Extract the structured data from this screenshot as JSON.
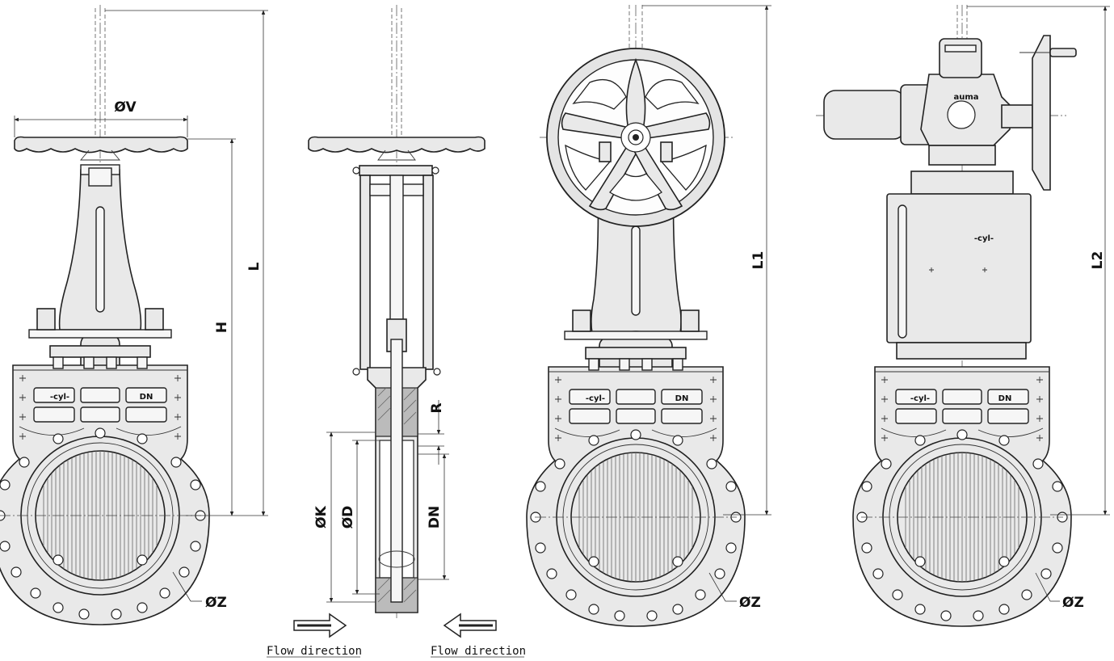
{
  "labels": {
    "dia_v": "ØV",
    "length_l": "L",
    "height_h": "H",
    "dia_z": "ØZ",
    "stroke_r": "R",
    "dia_k": "ØK",
    "dia_d": "ØD",
    "nominal_dn": "DN",
    "length_l1": "L1",
    "length_l2": "L2",
    "flow_direction": "Flow direction",
    "plate_dn": "DN",
    "brand_cyl": "-cyl-",
    "brand_auma": "auma"
  },
  "colors": {
    "line": "#222222",
    "fill": "#e9e9e9",
    "background": "#ffffff"
  }
}
